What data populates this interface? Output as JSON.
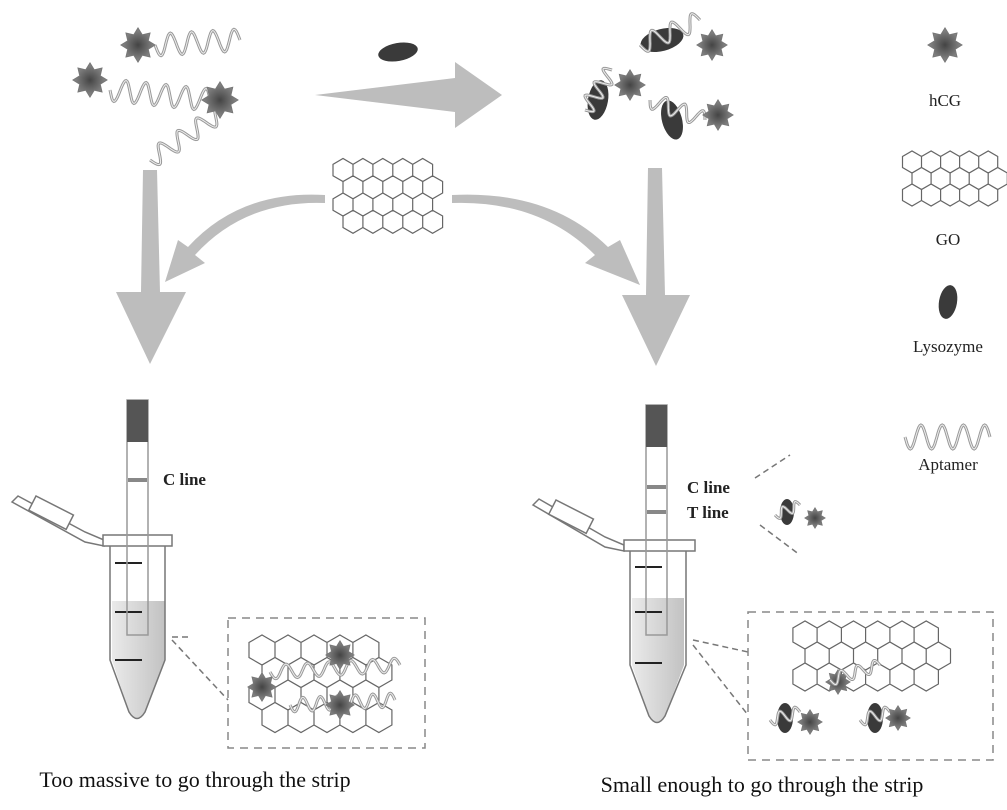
{
  "legend": {
    "hcg": "hCG",
    "go": "GO",
    "lysozyme": "Lysozyme",
    "aptamer": "Aptamer"
  },
  "left_strip": {
    "c_line": "C line"
  },
  "right_strip": {
    "c_line": "C line",
    "t_line": "T line"
  },
  "captions": {
    "left": "Too massive to go through the strip",
    "right": "Small enough to go through the strip"
  },
  "colors": {
    "arrow": "#bdbdbd",
    "star": "#6a6a6a",
    "lysozyme": "#3a3a3a",
    "strip_pad": "#555555",
    "liquid": "#d4d4d4"
  }
}
